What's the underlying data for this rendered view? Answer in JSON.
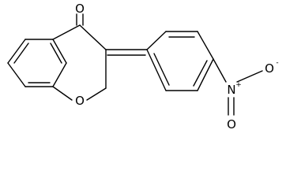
{
  "atoms": {
    "carbonyl_oxygen": "O",
    "ring_oxygen": "O",
    "nitro_nitrogen": "N",
    "nitro_nitrogen_charge": "+",
    "nitro_oxygen_top": "O",
    "nitro_oxygen_top_charge": "-",
    "nitro_oxygen_bottom": "O"
  }
}
